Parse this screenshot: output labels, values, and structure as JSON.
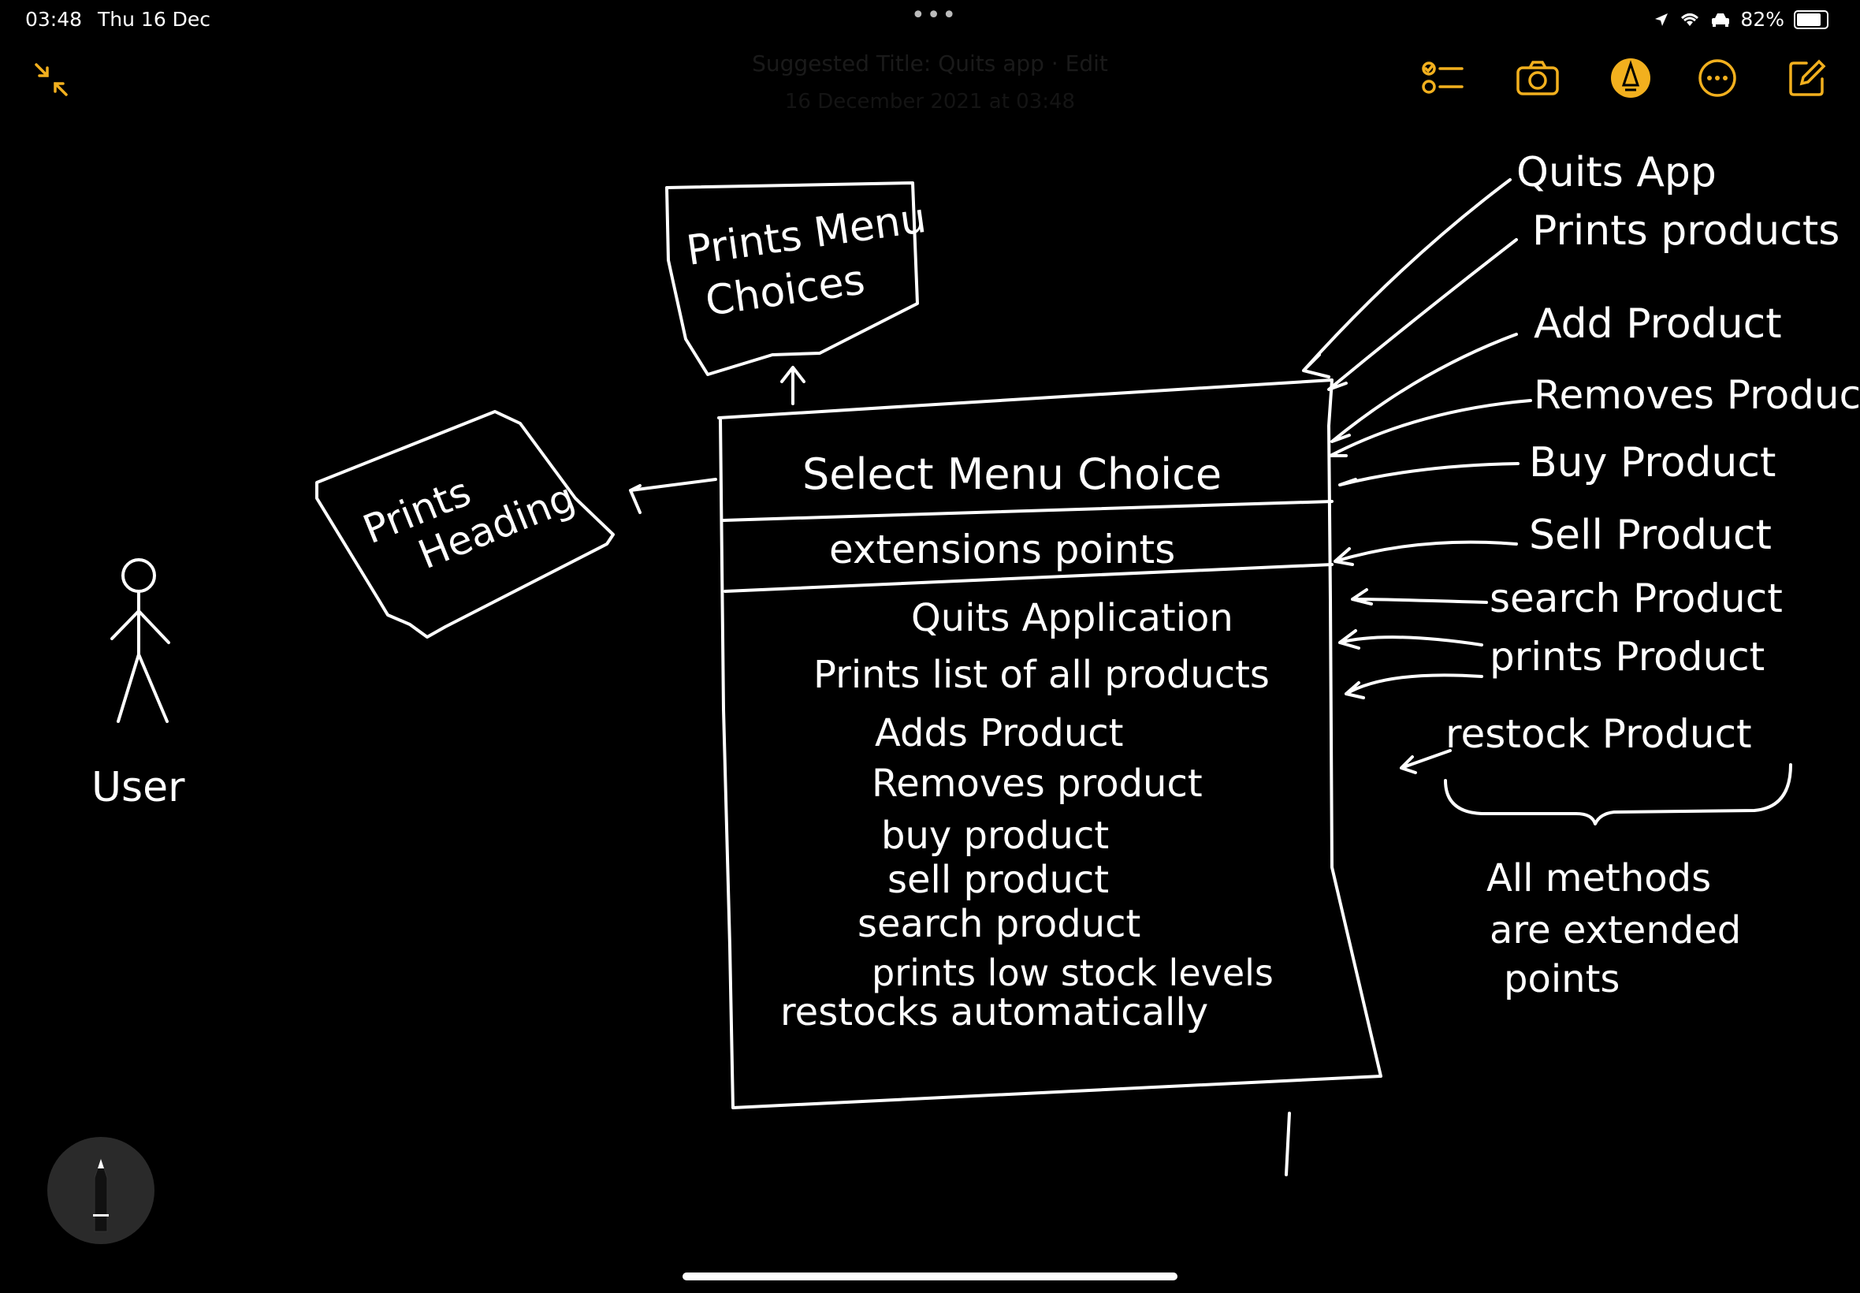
{
  "status_bar": {
    "time": "03:48",
    "date": "Thu 16 Dec",
    "battery_text": "82%",
    "battery_level": 0.82
  },
  "note": {
    "title": "Suggested Title: Quits app · Edit",
    "date": "16 December 2021 at 03:48"
  },
  "toolbar": {
    "icons": [
      "collapse-icon",
      "checklist-icon",
      "camera-icon",
      "markup-pen-icon",
      "more-icon",
      "compose-icon"
    ],
    "accent": "#f2b01e"
  },
  "drawing": {
    "actor_label": "User",
    "heading_note": [
      "Prints",
      "Heading"
    ],
    "menu_note": [
      "Prints Menu",
      "Choices"
    ],
    "box": {
      "title": "Select Menu Choice",
      "section": "extensions points",
      "items": [
        "Quits Application",
        "Prints list of all products",
        "Adds Product",
        "Removes product",
        "buy product",
        "sell product",
        "search product",
        "prints low stock levels",
        "restocks automatically"
      ]
    },
    "right_labels": [
      "Quits App",
      "Prints products",
      "Add Product",
      "Removes Product",
      "Buy Product",
      "Sell Product",
      "search Product",
      "prints Product",
      "restock Product"
    ],
    "brace_note": [
      "All methods",
      "are extended",
      "points"
    ]
  }
}
